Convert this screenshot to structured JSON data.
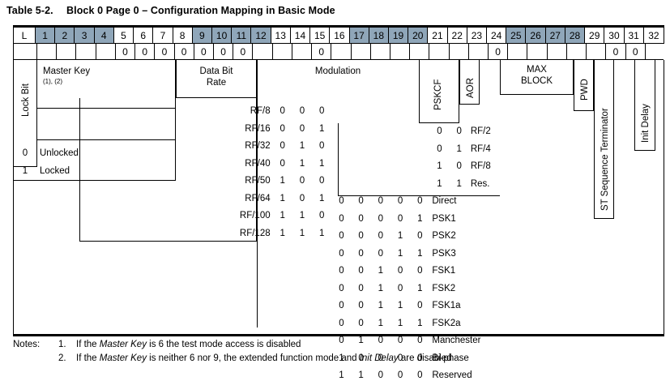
{
  "title": {
    "number": "Table 5-2.",
    "text": "Block 0 Page 0 – Configuration Mapping in Basic Mode"
  },
  "columns": {
    "lock_label": "L",
    "numbers": [
      "1",
      "2",
      "3",
      "4",
      "5",
      "6",
      "7",
      "8",
      "9",
      "10",
      "11",
      "12",
      "13",
      "14",
      "15",
      "16",
      "17",
      "18",
      "19",
      "20",
      "21",
      "22",
      "23",
      "24",
      "25",
      "26",
      "27",
      "28",
      "29",
      "30",
      "31",
      "32"
    ],
    "shaded": [
      1,
      2,
      3,
      4,
      9,
      10,
      11,
      12,
      17,
      18,
      19,
      20,
      25,
      26,
      27,
      28
    ]
  },
  "fixed_bits_row": {
    "5": "0",
    "6": "0",
    "7": "0",
    "8": "0",
    "9": "0",
    "10": "0",
    "11": "0",
    "15": "0",
    "24": "0",
    "30": "0",
    "31": "0"
  },
  "fields": {
    "lock_bit": {
      "label": "Lock Bit",
      "values": [
        {
          "bit": "0",
          "meaning": "Unlocked"
        },
        {
          "bit": "1",
          "meaning": "Locked"
        }
      ]
    },
    "master_key": {
      "label": "Master Key",
      "footnotes": "(1), (2)"
    },
    "data_bit_rate": {
      "label": "Data Bit\nRate",
      "line1": "Data Bit",
      "line2": "Rate",
      "rows": [
        {
          "name": "RF/8",
          "code": [
            "0",
            "0",
            "0"
          ]
        },
        {
          "name": "RF/16",
          "code": [
            "0",
            "0",
            "1"
          ]
        },
        {
          "name": "RF/32",
          "code": [
            "0",
            "1",
            "0"
          ]
        },
        {
          "name": "RF/40",
          "code": [
            "0",
            "1",
            "1"
          ]
        },
        {
          "name": "RF/50",
          "code": [
            "1",
            "0",
            "0"
          ]
        },
        {
          "name": "RF/64",
          "code": [
            "1",
            "0",
            "1"
          ]
        },
        {
          "name": "RF/100",
          "code": [
            "1",
            "1",
            "0"
          ]
        },
        {
          "name": "RF/128",
          "code": [
            "1",
            "1",
            "1"
          ]
        }
      ]
    },
    "modulation": {
      "label": "Modulation",
      "rows": [
        {
          "code": [
            "0",
            "0",
            "0",
            "0",
            "0"
          ],
          "name": "Direct"
        },
        {
          "code": [
            "0",
            "0",
            "0",
            "0",
            "1"
          ],
          "name": "PSK1"
        },
        {
          "code": [
            "0",
            "0",
            "0",
            "1",
            "0"
          ],
          "name": "PSK2"
        },
        {
          "code": [
            "0",
            "0",
            "0",
            "1",
            "1"
          ],
          "name": "PSK3"
        },
        {
          "code": [
            "0",
            "0",
            "1",
            "0",
            "0"
          ],
          "name": "FSK1"
        },
        {
          "code": [
            "0",
            "0",
            "1",
            "0",
            "1"
          ],
          "name": "FSK2"
        },
        {
          "code": [
            "0",
            "0",
            "1",
            "1",
            "0"
          ],
          "name": "FSK1a"
        },
        {
          "code": [
            "0",
            "0",
            "1",
            "1",
            "1"
          ],
          "name": "FSK2a"
        },
        {
          "code": [
            "0",
            "1",
            "0",
            "0",
            "0"
          ],
          "name": "Manchester"
        },
        {
          "code": [
            "1",
            "0",
            "0",
            "0",
            "0"
          ],
          "name": "Bi-phase"
        },
        {
          "code": [
            "1",
            "1",
            "0",
            "0",
            "0"
          ],
          "name": "Reserved"
        }
      ]
    },
    "pskcf": {
      "label": "PSKCF",
      "rows": [
        {
          "code": [
            "0",
            "0"
          ],
          "name": "RF/2"
        },
        {
          "code": [
            "0",
            "1"
          ],
          "name": "RF/4"
        },
        {
          "code": [
            "1",
            "0"
          ],
          "name": "RF/8"
        },
        {
          "code": [
            "1",
            "1"
          ],
          "name": "Res."
        }
      ]
    },
    "aor": {
      "label": "AOR"
    },
    "max_block": {
      "line1": "MAX",
      "line2": "BLOCK"
    },
    "pwd": {
      "label": "PWD"
    },
    "st_sequence_terminator": {
      "label": "ST Sequence Terminator"
    },
    "init_delay": {
      "label": "Init Delay"
    }
  },
  "notes": {
    "label": "Notes:",
    "items": [
      {
        "num": "1.",
        "pre": "If the ",
        "em1": "Master Key",
        "mid": " is 6 the test mode access is disabled",
        "em2": "",
        "post": ""
      },
      {
        "num": "2.",
        "pre": "If the ",
        "em1": "Master Key",
        "mid": " is neither 6 nor 9, the extended function mode and ",
        "em2": "Init Delay",
        "post": " are disabled"
      }
    ]
  },
  "colors": {
    "header_shade": "#8fa6b9",
    "border": "#000000",
    "background": "#ffffff"
  }
}
